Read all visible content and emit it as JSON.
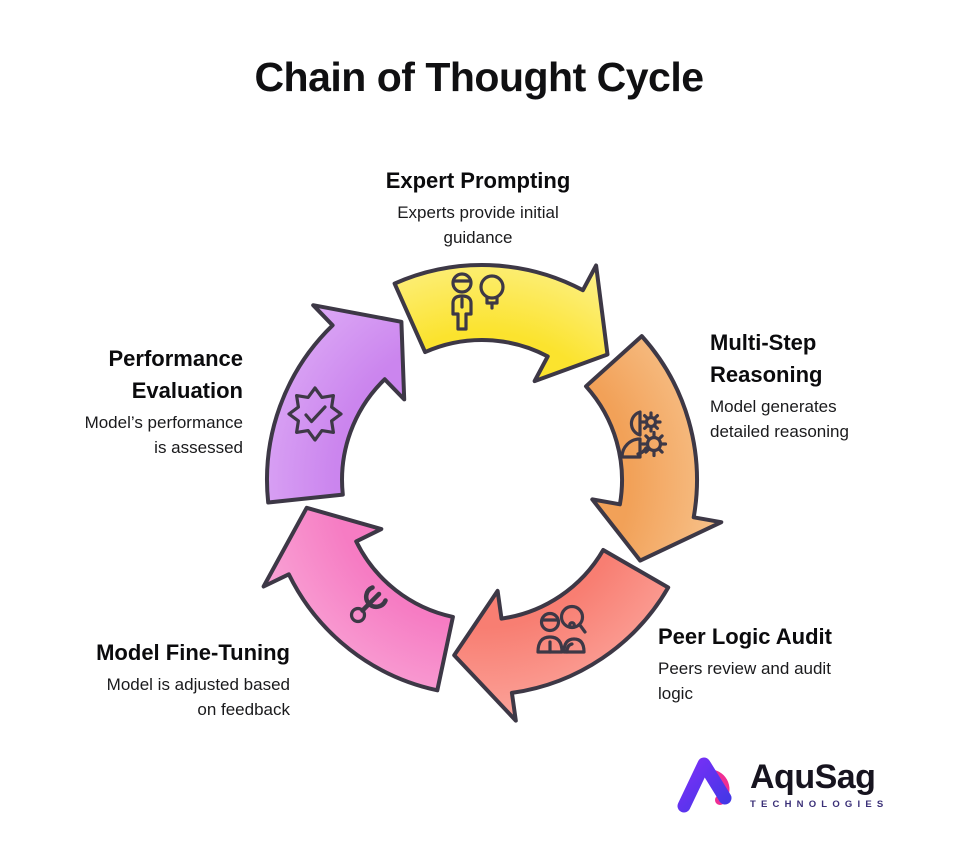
{
  "title": "Chain of Thought Cycle",
  "colors": {
    "outline": "#3d3846",
    "background": "#ffffff",
    "title_text": "#101012",
    "body_text": "#1a1a1c"
  },
  "stages": [
    {
      "name": "Expert Prompting",
      "description": "Experts provide initial\nguidance",
      "icon": "person-lightbulb-icon",
      "color": "#FBE32E",
      "color_light": "#FDF291"
    },
    {
      "name": "Multi-Step\nReasoning",
      "description": "Model generates\ndetailed reasoning",
      "icon": "person-gears-icon",
      "color": "#F2A158",
      "color_light": "#F7C38D"
    },
    {
      "name": "Peer Logic Audit",
      "description": "Peers review and audit\nlogic",
      "icon": "peer-review-icon",
      "color": "#F87E72",
      "color_light": "#FBA59C"
    },
    {
      "name": "Model Fine-Tuning",
      "description": "Model is adjusted based\non feedback",
      "icon": "wrench-icon",
      "color": "#F67CC3",
      "color_light": "#F9A5D6"
    },
    {
      "name": "Performance\nEvaluation",
      "description": "Model’s performance\nis assessed",
      "icon": "badge-check-icon",
      "color": "#CB85EE",
      "color_light": "#DDABF6"
    }
  ],
  "logo": {
    "brand": "AquSag",
    "tagline": "TECHNOLOGIES",
    "mark_purple": "#7B2FF7",
    "mark_blue": "#4337E6",
    "mark_pink": "#EF2E93",
    "brand_color": "#17141F",
    "tagline_color": "#3A2F77"
  }
}
